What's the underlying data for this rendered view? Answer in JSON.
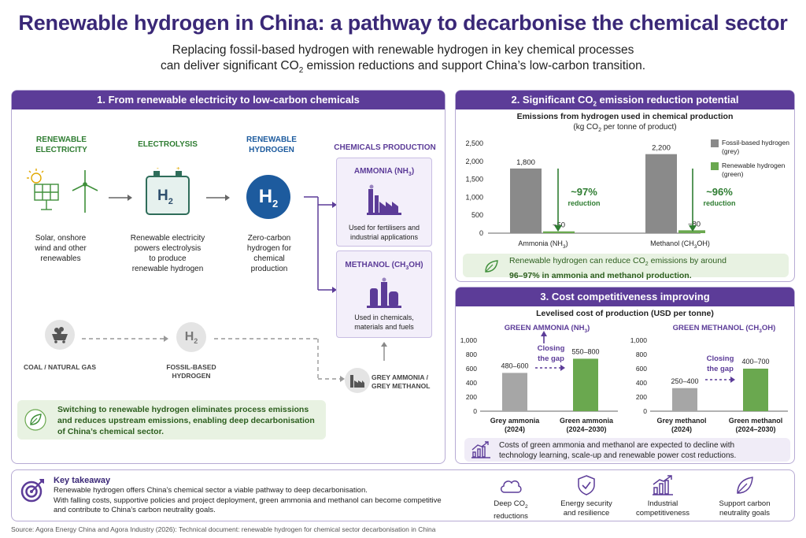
{
  "title": "Renewable hydrogen in China: a pathway to decarbonise the chemical sector",
  "subtitle_line1": "Replacing fossil-based hydrogen with renewable hydrogen in key chemical processes",
  "subtitle_line2_a": "can deliver significant CO",
  "subtitle_line2_b": " emission reductions and support China’s low-carbon transition.",
  "section1": {
    "header": "1. From renewable electricity to low-carbon chemicals",
    "renewable_electricity": {
      "label_1": "RENEWABLE",
      "label_2": "ELECTRICITY",
      "desc_1": "Solar, onshore",
      "desc_2": "wind and other",
      "desc_3": "renewables"
    },
    "electrolysis": {
      "label": "ELECTROLYSIS",
      "desc_1": "Renewable electricity",
      "desc_2": "powers electrolysis",
      "desc_3": "to produce",
      "desc_4": "renewable hydrogen"
    },
    "renewable_hydrogen": {
      "label_1": "RENEWABLE",
      "label_2": "HYDROGEN",
      "desc_1": "Zero-carbon",
      "desc_2": "hydrogen for",
      "desc_3": "chemical",
      "desc_4": "production"
    },
    "chemicals_production": "CHEMICALS PRODUCTION",
    "ammonia": {
      "title": "AMMONIA (NH",
      "title_sub": "3",
      "desc_1": "Used for fertilisers and",
      "desc_2": "industrial applications"
    },
    "methanol": {
      "title": "METHANOL (CH",
      "title_sub": "3",
      "title_end": "OH)",
      "desc_1": "Used in chemicals,",
      "desc_2": "materials and fuels"
    },
    "coal_gas": "COAL / NATURAL GAS",
    "fossil_hydrogen_1": "FOSSIL-BASED",
    "fossil_hydrogen_2": "HYDROGEN",
    "grey_chem_1": "GREY AMMONIA /",
    "grey_chem_2": "GREY METHANOL",
    "callout_1": "Switching to renewable hydrogen eliminates process emissions",
    "callout_2": "and reduces upstream emissions, enabling deep decarbonisation",
    "callout_3": "of China’s chemical sector.",
    "h2": "H",
    "h2_sub": "2"
  },
  "section2": {
    "header_a": "2. Significant CO",
    "header_b": " emission reduction potential",
    "chart_title": "Emissions from hydrogen used in chemical production",
    "chart_subtitle_a": "(kg CO",
    "chart_subtitle_b": " per tonne of product)",
    "legend_grey_1": "Fossil-based hydrogen",
    "legend_grey_2": "(grey)",
    "legend_green_1": "Renewable hydrogen",
    "legend_green_2": "(green)",
    "ammonia_pct": "~97%",
    "methanol_pct": "~96%",
    "reduction": "reduction",
    "cat_ammonia_a": "Ammonia (NH",
    "cat_methanol_a": "Methanol (CH",
    "cat_methanol_b": "OH)",
    "callout_1a": "Renewable hydrogen can reduce CO",
    "callout_1b": " emissions by around",
    "callout_2": "96–97% in ammonia and methanol production."
  },
  "section3": {
    "header": "3. Cost competitiveness improving",
    "chart_title": "Levelised cost of production (USD per tonne)",
    "ammonia_title": "GREEN AMMONIA (NH",
    "methanol_title": "GREEN METHANOL (CH",
    "closing_1": "Closing",
    "closing_2": "the gap",
    "grey_ammonia_1": "Grey ammonia",
    "grey_ammonia_2": "(2024)",
    "green_ammonia_1": "Green ammonia",
    "green_ammonia_2": "(2024–2030)",
    "grey_methanol_1": "Grey methanol",
    "grey_methanol_2": "(2024)",
    "green_methanol_1": "Green methanol",
    "green_methanol_2": "(2024–2030)",
    "callout_1": "Costs of green ammonia and methanol are expected to decline with",
    "callout_2": "technology learning, scale-up and renewable power cost reductions."
  },
  "chart_data": [
    {
      "type": "bar",
      "title": "Emissions from hydrogen used in chemical production",
      "subtitle": "(kg CO2 per tonne of product)",
      "categories": [
        "Ammonia (NH3)",
        "Methanol (CH3OH)"
      ],
      "series": [
        {
          "name": "Fossil-based hydrogen (grey)",
          "values": [
            1800,
            2200
          ],
          "labels": [
            "1,800",
            "2,200"
          ],
          "color": "#8a8a8a"
        },
        {
          "name": "Renewable hydrogen (green)",
          "values": [
            50,
            80
          ],
          "labels": [
            "~50",
            "~80"
          ],
          "color": "#6aa84f"
        }
      ],
      "ylim": [
        0,
        2500
      ],
      "yticks": [
        0,
        500,
        1000,
        1500,
        2000,
        2500
      ],
      "ytick_labels": [
        "0",
        "500",
        "1,000",
        "1,500",
        "2,000",
        "2,500"
      ],
      "legend": "right"
    },
    {
      "type": "bar",
      "title": "GREEN AMMONIA (NH3)",
      "categories": [
        "Grey ammonia (2024)",
        "Green ammonia (2024–2030)"
      ],
      "values": [
        540,
        740
      ],
      "ranges": [
        [
          480,
          600
        ],
        [
          550,
          800
        ]
      ],
      "labels": [
        "480–600",
        "550–800"
      ],
      "colors": [
        "#a6a6a6",
        "#6aa84f"
      ],
      "ylim": [
        0,
        1000
      ],
      "yticks": [
        0,
        200,
        400,
        600,
        800,
        1000
      ],
      "ytick_labels": [
        "0",
        "200",
        "400",
        "600",
        "800",
        "1,000"
      ]
    },
    {
      "type": "bar",
      "title": "GREEN METHANOL (CH3OH)",
      "categories": [
        "Grey methanol (2024)",
        "Green methanol (2024–2030)"
      ],
      "values": [
        325,
        600
      ],
      "ranges": [
        [
          250,
          400
        ],
        [
          400,
          700
        ]
      ],
      "labels": [
        "250–400",
        "400–700"
      ],
      "colors": [
        "#a6a6a6",
        "#6aa84f"
      ],
      "ylim": [
        0,
        1000
      ],
      "yticks": [
        0,
        200,
        400,
        600,
        800,
        1000
      ],
      "ytick_labels": [
        "0",
        "200",
        "400",
        "600",
        "800",
        "1,000"
      ]
    }
  ],
  "takeaway": {
    "title": "Key takeaway",
    "line1": "Renewable hydrogen offers China’s chemical sector a viable pathway to deep decarbonisation.",
    "line2": "With falling costs, supportive policies and project deployment, green ammonia and methanol can become competitive",
    "line3": "and contribute to China’s carbon neutrality goals.",
    "icons": [
      {
        "icon": "cloud-icon",
        "l1a": "Deep CO",
        "l1b": "",
        "l2": "reductions"
      },
      {
        "icon": "shield-icon",
        "l1a": "Energy security",
        "l1b": "",
        "l2": "and resilience"
      },
      {
        "icon": "growth-chart-icon",
        "l1a": "Industrial",
        "l1b": "",
        "l2": "competitiveness"
      },
      {
        "icon": "leaf-icon",
        "l1a": "Support carbon",
        "l1b": "",
        "l2": "neutrality goals"
      }
    ]
  },
  "source": "Source: Agora Energy China and Agora Industry (2026): Technical document: renewable hydrogen for chemical sector decarbonisation in China",
  "colors": {
    "purple": "#5c3c98",
    "green": "#2f7d32",
    "blue": "#1d5b9e",
    "grey": "#8a8a8a",
    "light_green": "#6aa84f"
  }
}
